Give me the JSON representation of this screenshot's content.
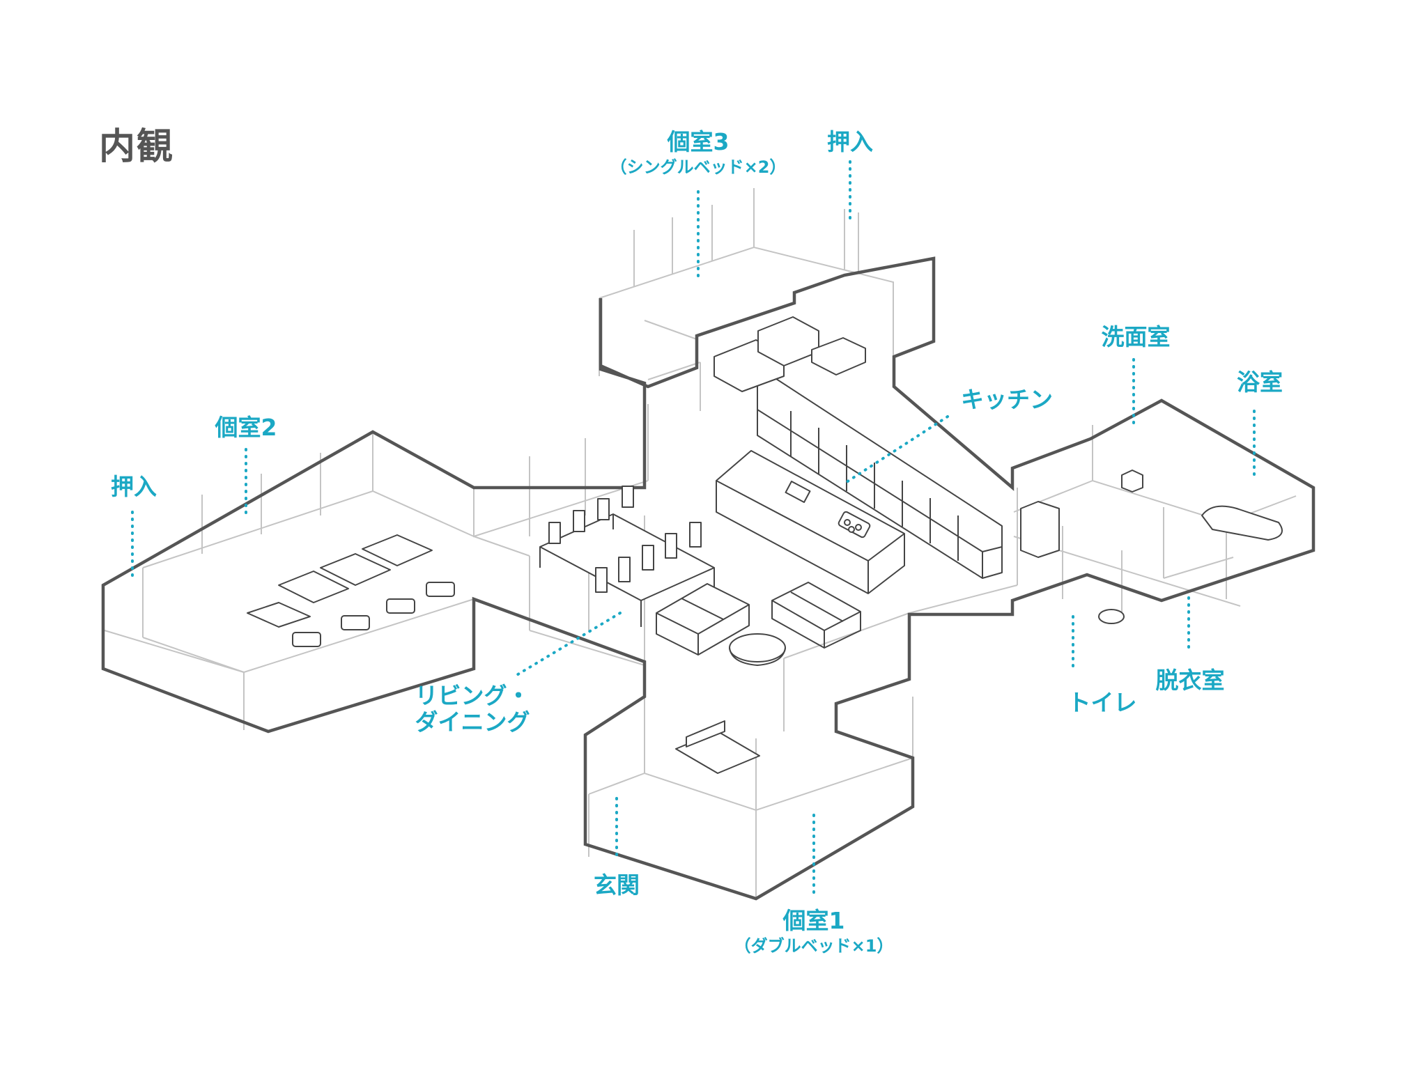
{
  "title": "内観",
  "colors": {
    "accent": "#1ba8c4",
    "wall_outline": "#555555",
    "interior_line": "#bdbdbd",
    "furniture_line": "#444444"
  },
  "labels": {
    "room3": {
      "name": "個室3",
      "note": "（シングルベッド×2）"
    },
    "closet_top": {
      "name": "押入"
    },
    "room2": {
      "name": "個室2"
    },
    "closet_left": {
      "name": "押入"
    },
    "kitchen": {
      "name": "キッチン"
    },
    "washroom": {
      "name": "洗面室"
    },
    "bath": {
      "name": "浴室"
    },
    "living": {
      "line1": "リビング・",
      "line2": "ダイニング"
    },
    "toilet": {
      "name": "トイレ"
    },
    "dressing": {
      "name": "脱衣室"
    },
    "entrance": {
      "name": "玄関"
    },
    "room1": {
      "name": "個室1",
      "note": "（ダブルベッド×1）"
    }
  }
}
